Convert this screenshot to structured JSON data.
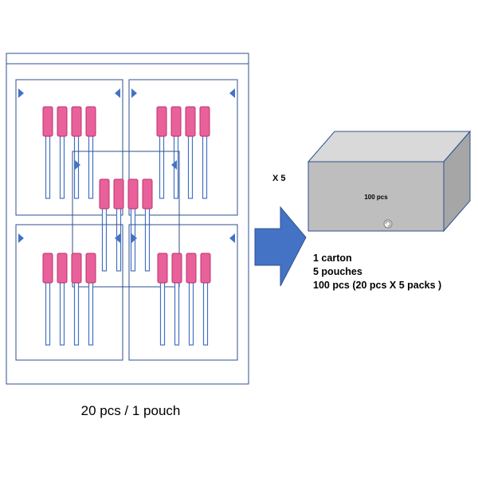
{
  "pouch_caption": "20 pcs / 1 pouch",
  "multiplier": "X 5",
  "carton_box_label": "100 pcs",
  "carton_summary": [
    "1 carton",
    "5 pouches",
    "100 pcs (20 pcs X 5 packs )"
  ],
  "colors": {
    "swab_head": "#e8619a",
    "swab_stick": "#4472c4",
    "pouch_outline": "#2f4f8f",
    "arrow": "#4472c4",
    "box_front": "#bebebe",
    "box_top": "#d9d9d9",
    "box_side": "#a6a6a6"
  },
  "icons": [
    "arrow-right-icon",
    "recycle-icon",
    "triangle-marker-icon"
  ]
}
